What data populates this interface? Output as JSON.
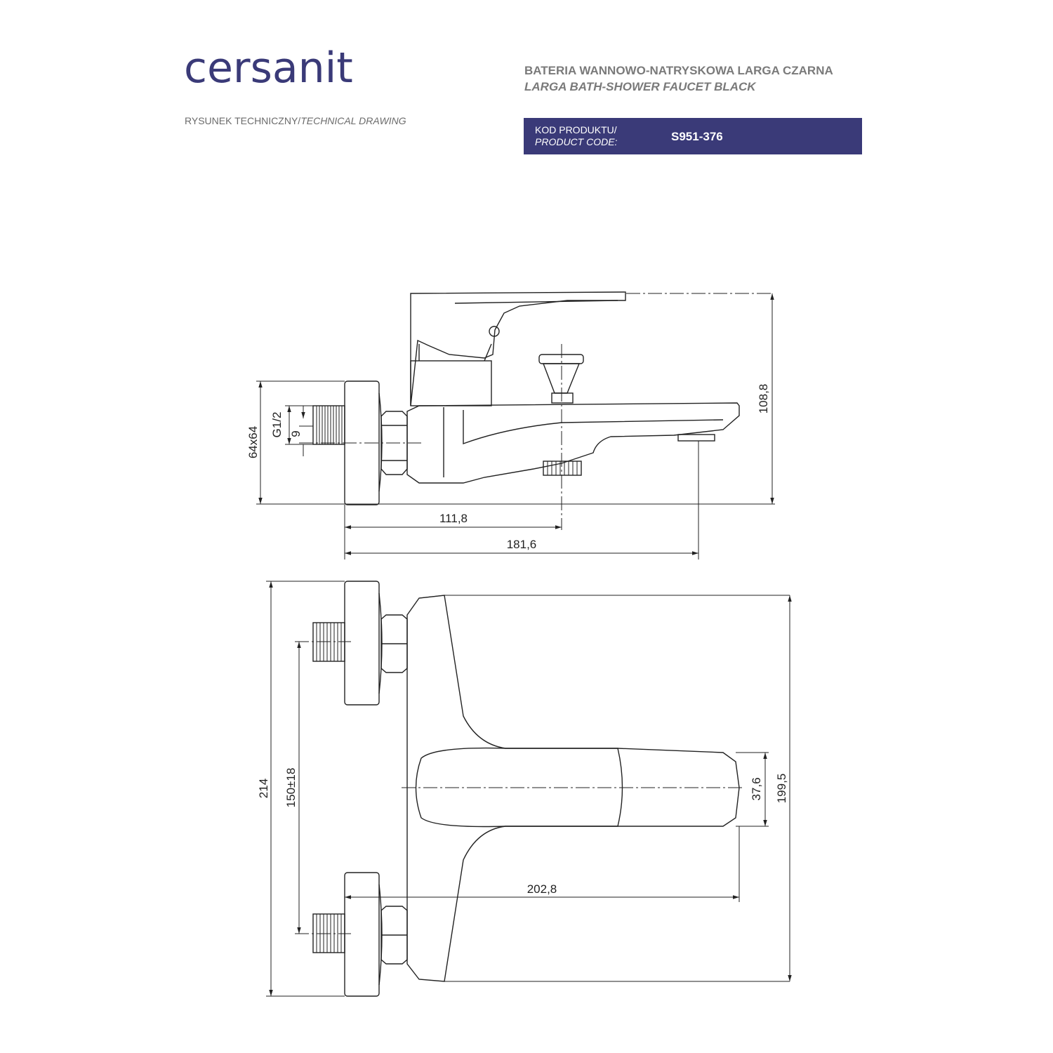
{
  "header": {
    "logo_text": "cersanit",
    "subtitle_pl": "RYSUNEK TECHNICZNY/",
    "subtitle_en": "TECHNICAL DRAWING",
    "title_pl": "BATERIA WANNOWO-NATRYSKOWA LARGA CZARNA",
    "title_en": "LARGA BATH-SHOWER FAUCET BLACK",
    "code_label_pl": "KOD PRODUKTU/",
    "code_label_en": "PRODUCT CODE:",
    "code_value": "S951-376"
  },
  "dimensions": {
    "height_total": "108,8",
    "flange": "64x64",
    "thread": "G1/2",
    "thread_len": "9",
    "spout_axis": "111,8",
    "spout_reach": "181,6",
    "overall_width": "214",
    "spacing": "150±18",
    "handle_width": "37,6",
    "depth": "199,5",
    "handle_length": "202,8"
  },
  "colors": {
    "brand": "#3a3a78",
    "line": "#222222"
  }
}
